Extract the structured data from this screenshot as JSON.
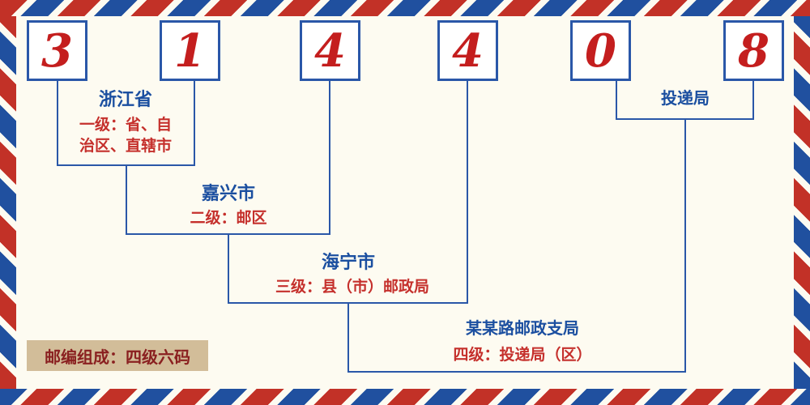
{
  "postal_code": "314408",
  "digits": [
    "3",
    "1",
    "4",
    "4",
    "0",
    "8"
  ],
  "annotations": {
    "level1": {
      "name": "浙江省",
      "desc_line1": "一级：省、自",
      "desc_line2": "治区、直辖市"
    },
    "level2": {
      "name": "嘉兴市",
      "desc": "二级：邮区"
    },
    "level3": {
      "name": "海宁市",
      "desc": "三级：县（市）邮政局"
    },
    "level4": {
      "name": "某某路邮政支局",
      "desc": "四级：投递局（区）"
    },
    "delivery_office": "投递局"
  },
  "footer_note": "邮编组成：四级六码",
  "colors": {
    "digit_red": "#c41e1e",
    "connector_blue": "#2a57a8",
    "label_blue": "#1b4fa0",
    "desc_red": "#c5302c",
    "border_stripe_red": "#c23127",
    "border_stripe_blue": "#20509f",
    "note_background": "#d2bd99",
    "note_text": "#8a2020",
    "page_background": "#fdfbf1"
  }
}
